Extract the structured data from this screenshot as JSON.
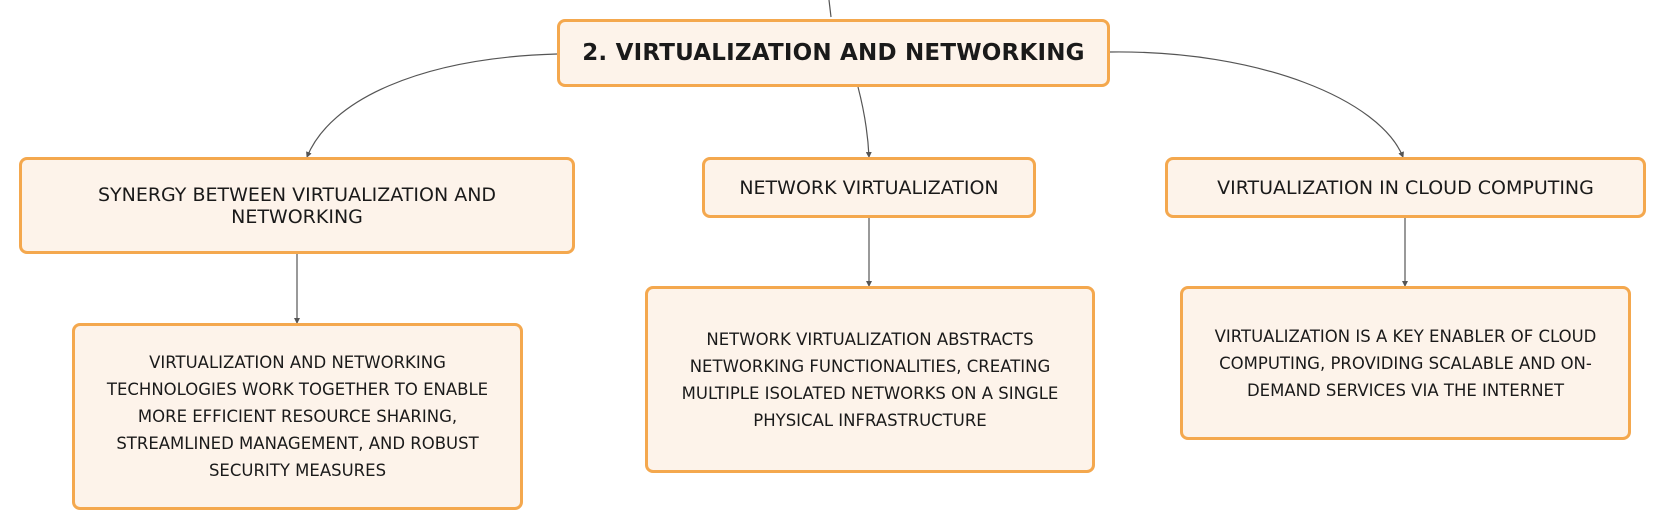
{
  "root": {
    "label": "2. VIRTUALIZATION AND NETWORKING"
  },
  "topics": [
    {
      "label": "SYNERGY BETWEEN VIRTUALIZATION AND NETWORKING",
      "description": "VIRTUALIZATION AND NETWORKING TECHNOLOGIES WORK TOGETHER TO ENABLE MORE EFFICIENT RESOURCE SHARING, STREAMLINED MANAGEMENT, AND ROBUST SECURITY MEASURES"
    },
    {
      "label": "NETWORK VIRTUALIZATION",
      "description": "NETWORK VIRTUALIZATION ABSTRACTS NETWORKING FUNCTIONALITIES, CREATING MULTIPLE ISOLATED NETWORKS ON A SINGLE PHYSICAL INFRASTRUCTURE"
    },
    {
      "label": "VIRTUALIZATION IN CLOUD COMPUTING",
      "description": "VIRTUALIZATION IS A KEY ENABLER OF CLOUD COMPUTING, PROVIDING SCALABLE AND ON-DEMAND SERVICES VIA THE INTERNET"
    }
  ],
  "colors": {
    "node_fill": "#fdf3ea",
    "node_border": "#f4a84e",
    "connector": "#555555",
    "text": "#1a1a1a"
  }
}
